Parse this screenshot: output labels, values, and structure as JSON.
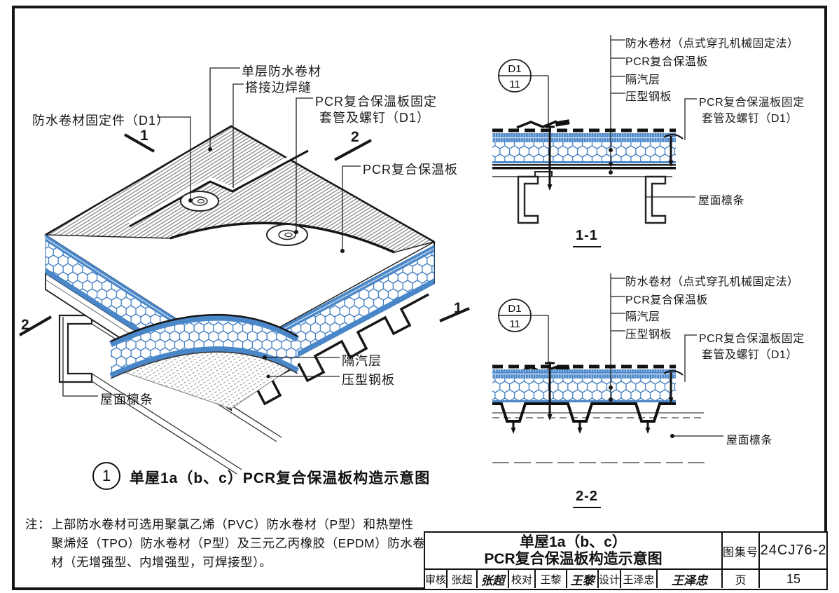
{
  "colors": {
    "blue_outline": "#3d7cc2",
    "blue_fill": "#4a87c9",
    "line": "#161616"
  },
  "iso": {
    "labels": {
      "single_membrane": "单层防水卷材",
      "lap_weld": "搭接边焊缝",
      "membrane_fixing": "防水卷材固定件（D1）",
      "board_fixing_1": "PCR复合保温板固定",
      "board_fixing_2": "套管及螺钉（D1）",
      "board": "PCR复合保温板",
      "vapor_barrier": "隔汽层",
      "steel_deck": "压型钢板",
      "purlin": "屋面檩条"
    },
    "markers": {
      "s1": "1",
      "s2": "2"
    }
  },
  "details": {
    "ref_code": "D1",
    "ref_page": "11",
    "labels": {
      "membrane_point_fixed": "防水卷材（点式穿孔机械固定法）",
      "board": "PCR复合保温板",
      "vapor_barrier": "隔汽层",
      "steel_deck": "压型钢板",
      "board_fixing_1": "PCR复合保温板固定",
      "board_fixing_2": "套管及螺钉（D1）",
      "purlin": "屋面檩条"
    },
    "section1_title": "1-1",
    "section2_title": "2-2"
  },
  "caption": {
    "number": "1",
    "text": "单屋1a（b、c）PCR复合保温板构造示意图"
  },
  "note": {
    "prefix": "注：",
    "lines": [
      "上部防水卷材可选用聚氯乙烯（PVC）防水卷材（P型）和热塑性",
      "聚烯烃（TPO）防水卷材（P型）及三元乙丙橡胶（EPDM）防水卷",
      "材（无增强型、内增强型，可焊接型）。"
    ]
  },
  "titleblock": {
    "title_line1": "单屋1a（b、c）",
    "title_line2": "PCR复合保温板构造示意图",
    "atlas_label": "图集号",
    "atlas_no": "24CJ76-2",
    "page_label": "页",
    "page_no": "15",
    "reviewer_label": "审核",
    "reviewer_name": "张超",
    "reviewer_sig": "张超",
    "checker_label": "校对",
    "checker_name": "王黎",
    "checker_sig": "王黎",
    "designer_label": "设计",
    "designer_name": "王泽忠",
    "designer_sig": "王泽忠"
  }
}
